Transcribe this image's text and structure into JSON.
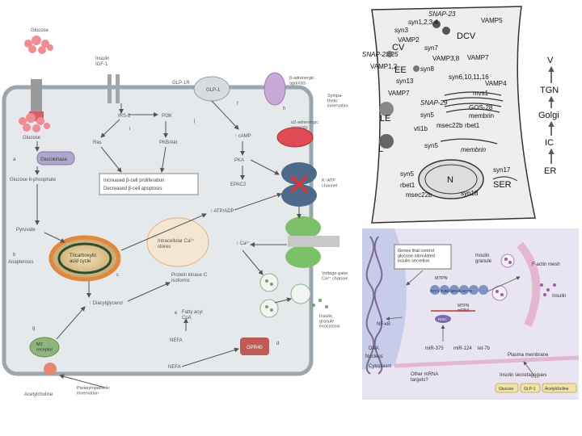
{
  "panel_a": {
    "glucose_top": "Glucose",
    "glucose": "Glucose",
    "insulin_igf": "Insulin\nIGF-1",
    "glp1r": "GLP-1R",
    "glp1": "GLP-1",
    "beta_adrenergic": "β-adrenergic\nagonists",
    "sympathetic": "Sympa-\nthetic\ninnervation",
    "alpha2": "α2-adrenergic\nagonists",
    "irs2": "IRS-2",
    "pi3k": "PI3K",
    "pkb": "PKB/Akt",
    "ras": "Ras",
    "camp": "↑ cAMP",
    "glucokinase": "Glucokinase",
    "glucose6p": "Glucose 6-phosphate",
    "outcome1": "Increased β-cell proliferation",
    "outcome2": "Decreased β-cell apoptosis",
    "pka": "PKA",
    "epac2": "EPAC2",
    "katp": "K⁺ATP\nchannel",
    "atp_adp": "↑ ATP/ADP",
    "pyruvate": "Pyruvate",
    "anaplerosis": "Anaplerosis",
    "tca": "Tricarboxylic\nacid cycle",
    "intracellular_ca": "Intracellular Ca²⁺\nstores",
    "ca": "↑ Ca²⁺",
    "vgcc": "Voltage-gated\nCa²⁺ channel",
    "pkc": "Protein kinase C\nisoforms",
    "diacylglycerol": "↑ Diacylglycerol",
    "fatty_acyl": "Fatty acyl\nCoA",
    "nefa_in": "NEFA",
    "nefa_out": "NEFA",
    "exocytosis": "Insulin\ngranule\nexocytosis",
    "m2": "M2\nreceptor",
    "gpr40": "GPR40",
    "acetylcholine": "Acetylcholine",
    "parasympathetic": "Parasympathetic\ninnervation",
    "letters": [
      "a",
      "b",
      "c",
      "d",
      "e",
      "f",
      "g",
      "h",
      "i",
      "j"
    ]
  },
  "panel_b": {
    "labels": {
      "snap23": "SNAP-23",
      "syn1234": "syn1,2,3,4",
      "vamp5": "VAMP5",
      "syn3": "syn3",
      "vamp2": "VAMP2",
      "dcv": "DCV",
      "snap2325": "SNAP-23,25",
      "cv": "CV",
      "vamp12": "VAMP1,2",
      "syn7": "syn7",
      "vamp38": "VAMP3,8",
      "ee": "EE",
      "syn8": "syn8",
      "vamp7": "VAMP7",
      "syn13": "syn13",
      "syn6101116": "syn6,10,11,16",
      "vamp4": "VAMP4",
      "vamp7b": "VAMP7",
      "mvs1": "mvs1",
      "snap29": "SNAP-29",
      "gos28": "GOS-28",
      "membrin": "membrin",
      "syn5": "syn5",
      "le": "LE",
      "vti1b": "vti1b",
      "msec22b": "msec22b",
      "rbet1": "rbet1",
      "l": "L",
      "syn5b": "syn5",
      "membrin2": "membrin",
      "syn5c": "syn5",
      "n": "N",
      "syn17": "syn17",
      "ser": "SER",
      "rbet1b": "rbet1",
      "msec22b2": "msec22b",
      "syn18": "syn18"
    },
    "pathway": [
      "V",
      "TGN",
      "Golgi",
      "IC",
      "ER"
    ]
  },
  "panel_c": {
    "genes_box": "Genes that control\nglucose-stimulated\ninsulin secretion",
    "mtpn": "MTPN",
    "complex": "CCT1 TUN2 MYH9 ACTN",
    "mtpn_mrna": "MTPN\nmRNA",
    "risc": "RISC",
    "insulin_granule": "Insulin\ngranule",
    "factin": "F-actin mesh",
    "insulin": "Insulin",
    "nfkb": "NF-κB",
    "dna": "DNA",
    "nucleus": "Nucleus",
    "cytoplasm": "Cytoplasm",
    "mirs": [
      "miR-375",
      "miR-124",
      "let-7b"
    ],
    "plasma_membrane": "Plasma membrane",
    "other_mrna": "Other mRNA\ntargets?",
    "secretagogues": "Insulin secretagogues",
    "glucose": "Glucose",
    "glp1": "GLP-1",
    "acetylcholine": "Acetylcholine",
    "colors": {
      "background": "#e9e4f1",
      "nucleus": "#c7cde8",
      "dna": "#7a6a98",
      "pm": "#e3b8cf"
    }
  }
}
